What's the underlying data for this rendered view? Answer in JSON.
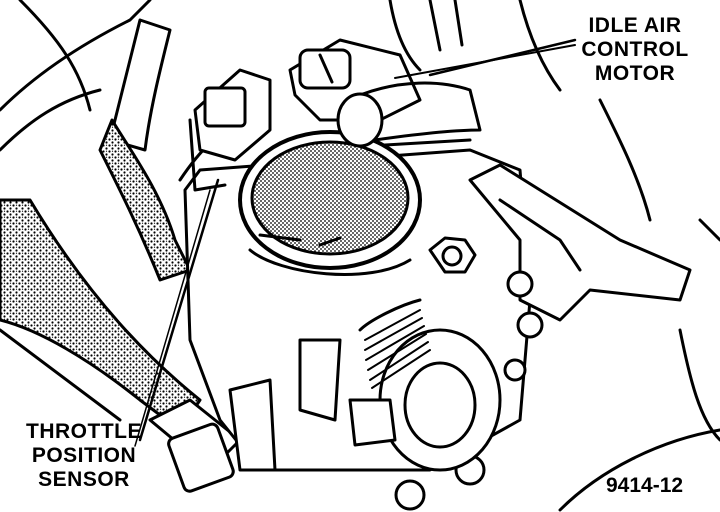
{
  "callouts": {
    "idle_air_control_motor": [
      "IDLE AIR",
      "CONTROL",
      "MOTOR"
    ],
    "throttle_position_sensor": [
      "THROTTLE",
      "POSITION",
      "SENSOR"
    ]
  },
  "figure_number": "9414-12",
  "colors": {
    "ink": "#000000",
    "paper": "#ffffff"
  }
}
